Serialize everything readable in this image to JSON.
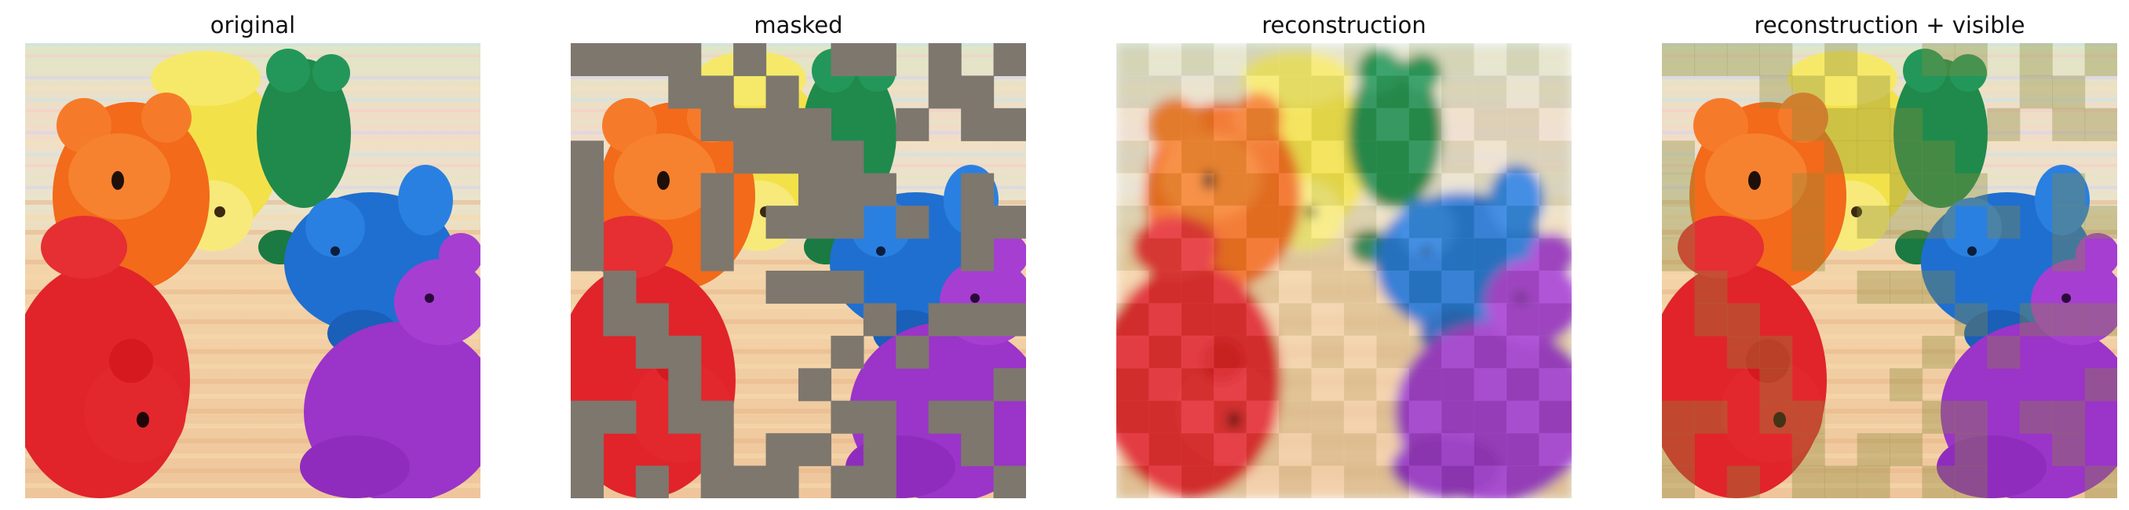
{
  "figure": {
    "panels": [
      {
        "title": "original"
      },
      {
        "title": "masked"
      },
      {
        "title": "reconstruction"
      },
      {
        "title": "reconstruction + visible"
      }
    ]
  },
  "image": {
    "subject": "rainbow-colored teddy bears on a striped blanket",
    "patch_grid": 14,
    "mask_color": "#7d776e",
    "bear_colors": {
      "red": "#e0242a",
      "orange": "#f26a1a",
      "yellow": "#f3e14a",
      "green": "#1f8a4c",
      "blue": "#1f6fd0",
      "purple": "#9b34c8"
    },
    "mask": [
      "11110100110101",
      "00011010000110",
      "00001111001011",
      "10000111100000",
      "10001001110010",
      "10001011101011",
      "10001000000010",
      "01000011100000",
      "01100000010111",
      "00110000101000",
      "00010001000001",
      "11011000110110",
      "10001011010010",
      "10101110110001"
    ]
  }
}
